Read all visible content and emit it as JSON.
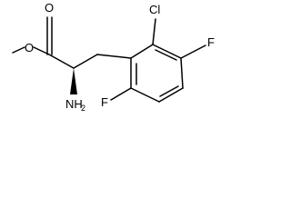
{
  "molecule": {
    "atoms": {
      "carbonyl_o": "O",
      "ester_o": "O",
      "amine": "NH",
      "amine_sub": "2",
      "chlorine": "Cl",
      "fluorine_ring_top": "F",
      "fluorine_ring_bottom": "F"
    }
  }
}
